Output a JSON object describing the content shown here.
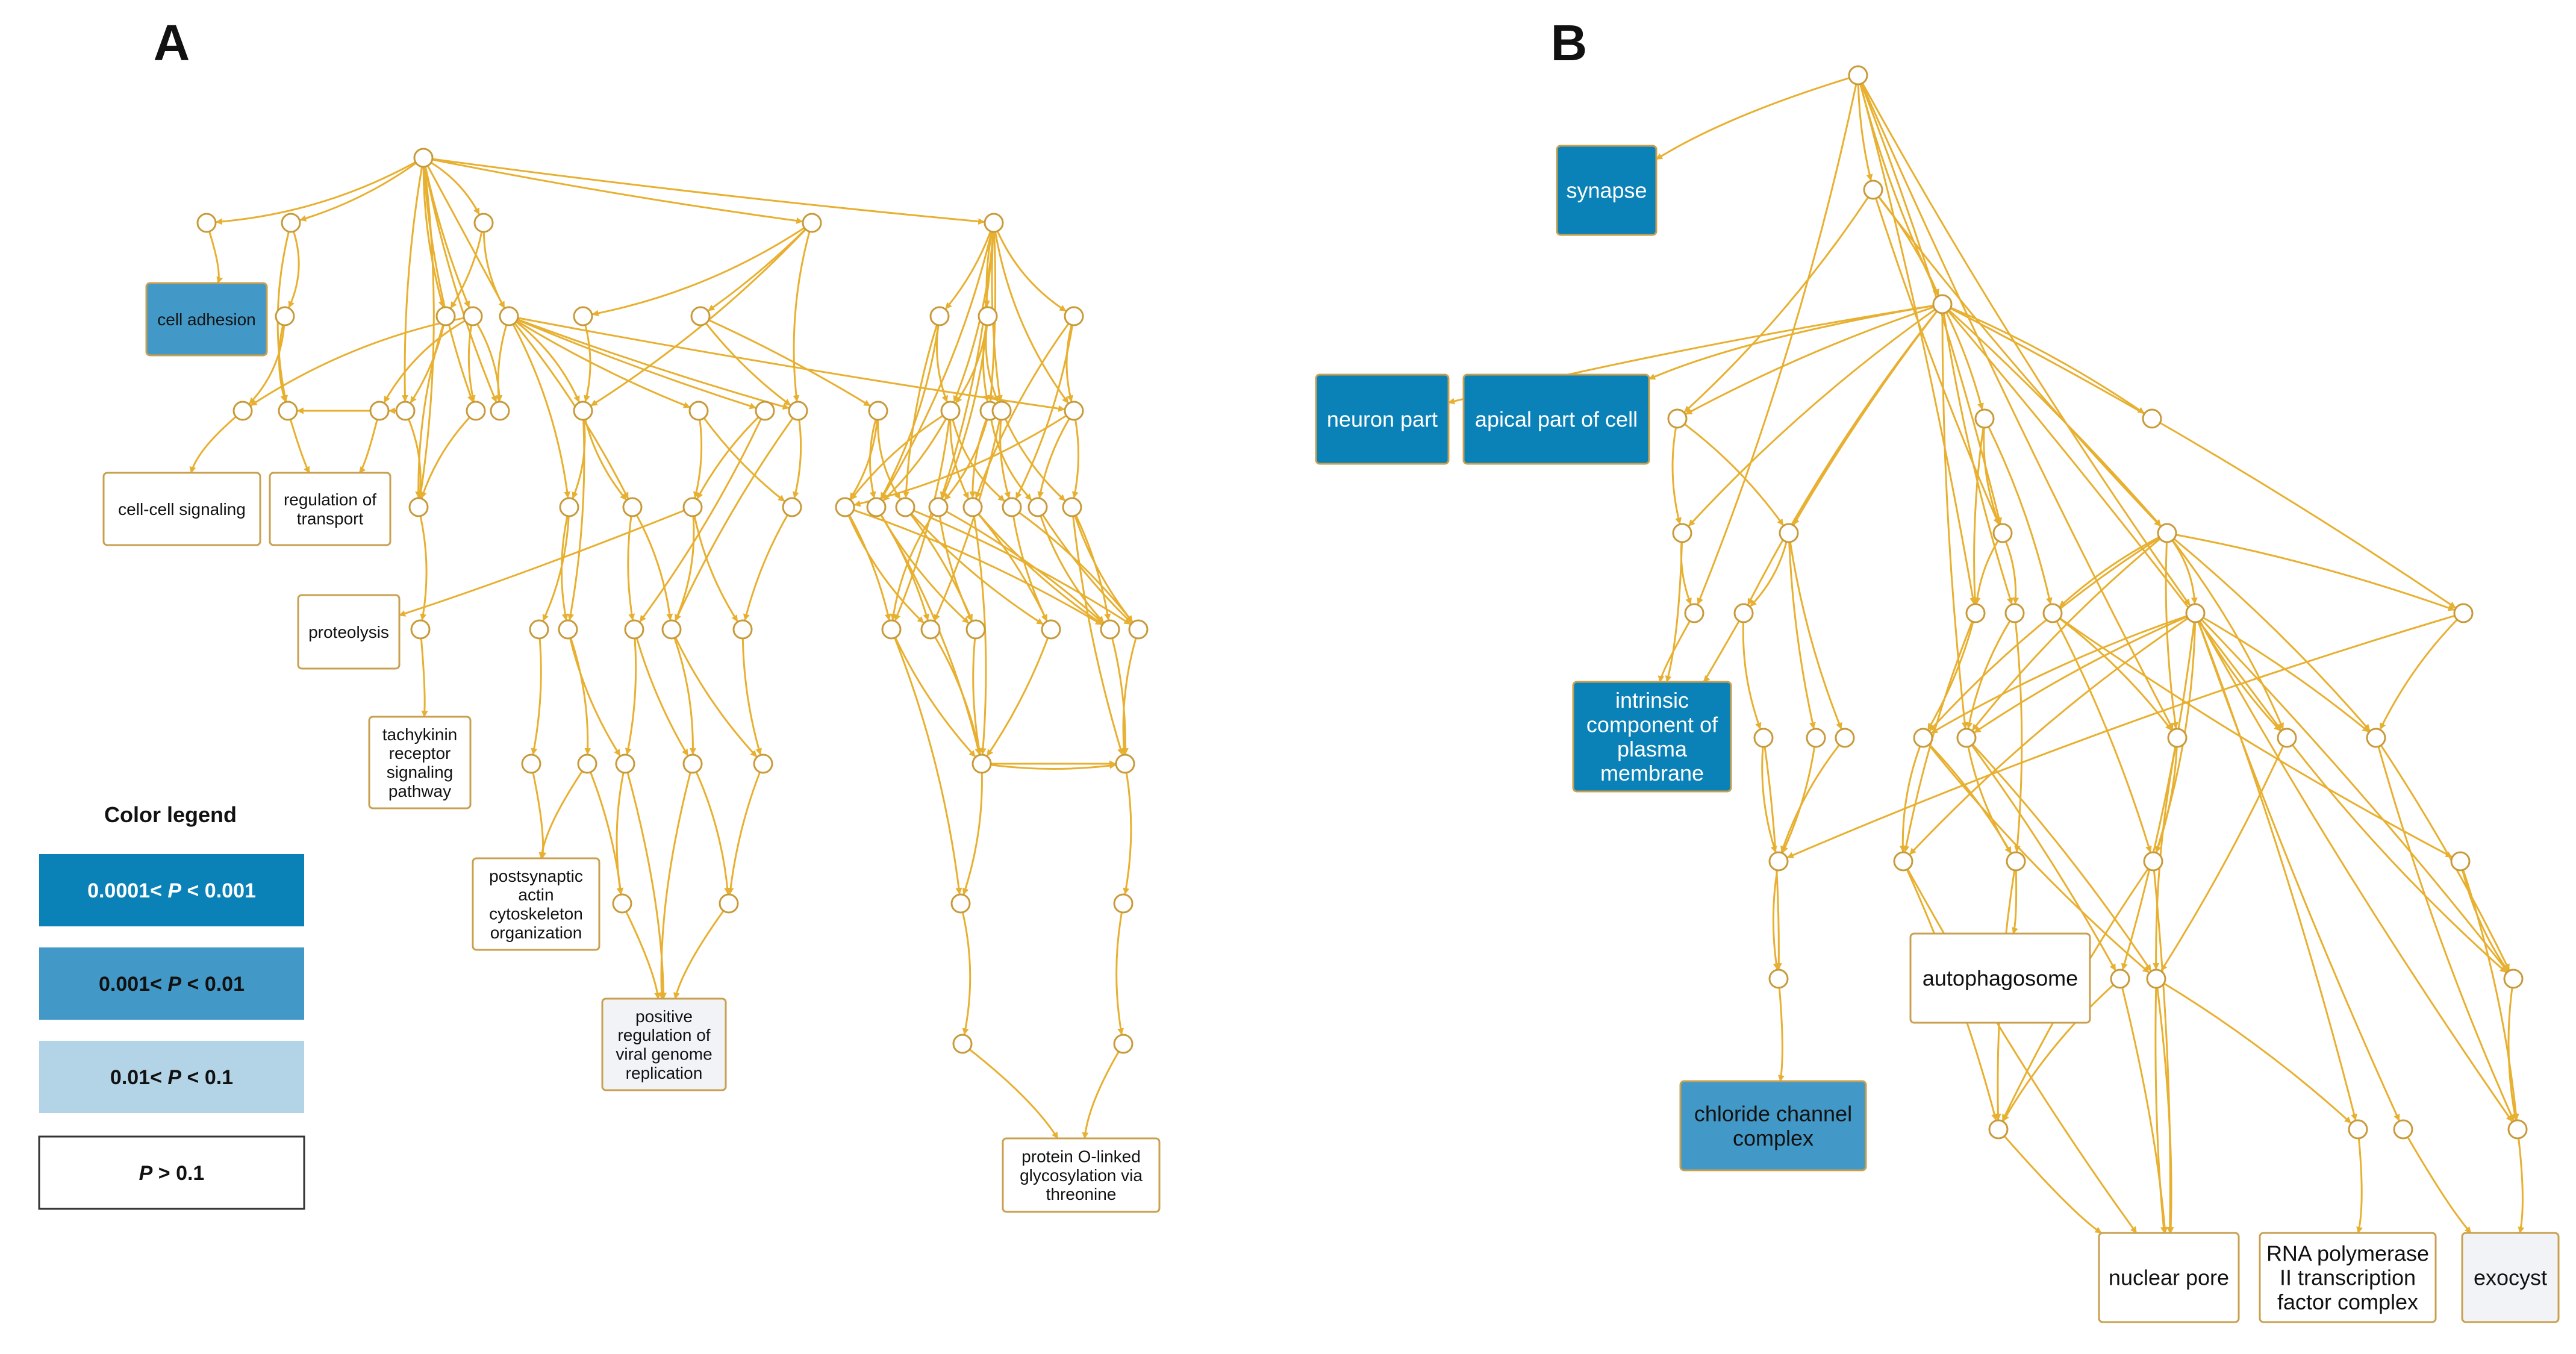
{
  "panel_a": {
    "letter": "A",
    "terms": {
      "cell_adhesion": "cell adhesion",
      "cell_cell_signaling": "cell-cell signaling",
      "regulation_of_transport": [
        "regulation of",
        "transport"
      ],
      "proteolysis": "proteolysis",
      "tachykinin": [
        "tachykinin",
        "receptor",
        "signaling",
        "pathway"
      ],
      "postsynaptic": [
        "postsynaptic",
        "actin",
        "cytoskeleton",
        "organization"
      ],
      "viral": [
        "positive",
        "regulation of",
        "viral genome",
        "replication"
      ],
      "o_linked": [
        "protein O-linked",
        "glycosylation via",
        "threonine"
      ]
    }
  },
  "panel_b": {
    "letter": "B",
    "terms": {
      "synapse": "synapse",
      "neuron_part": "neuron part",
      "apical": "apical part of cell",
      "intrinsic": [
        "intrinsic",
        "component of",
        "plasma",
        "membrane"
      ],
      "chloride": [
        "chloride channel",
        "complex"
      ],
      "autophagosome": "autophagosome",
      "nuclear_pore": "nuclear pore",
      "rna_pol": [
        "RNA polymerase",
        "II transcription",
        "factor complex"
      ],
      "exocyst": "exocyst"
    }
  },
  "legend": {
    "title": "Color legend",
    "items": [
      {
        "prefix": "0.0001< ",
        "p": "P",
        "suffix": " < 0.001",
        "color": "#0A82B8",
        "text_color": "#ffffff"
      },
      {
        "prefix": "0.001< ",
        "p": "P",
        "suffix": " < 0.01",
        "color": "#4298C6",
        "text_color": "#111111"
      },
      {
        "prefix": "0.01< ",
        "p": "P",
        "suffix": " < 0.1",
        "color": "#B3D3E6",
        "text_color": "#111111"
      },
      {
        "prefix": "",
        "p": "P",
        "suffix": " > 0.1",
        "color": "#FFFFFF",
        "text_color": "#111111"
      }
    ]
  },
  "colors": {
    "edge": "#E8B030",
    "node_stroke": "#C89A3A",
    "border": "#C8A050",
    "very_light": "#F1F3F7"
  }
}
